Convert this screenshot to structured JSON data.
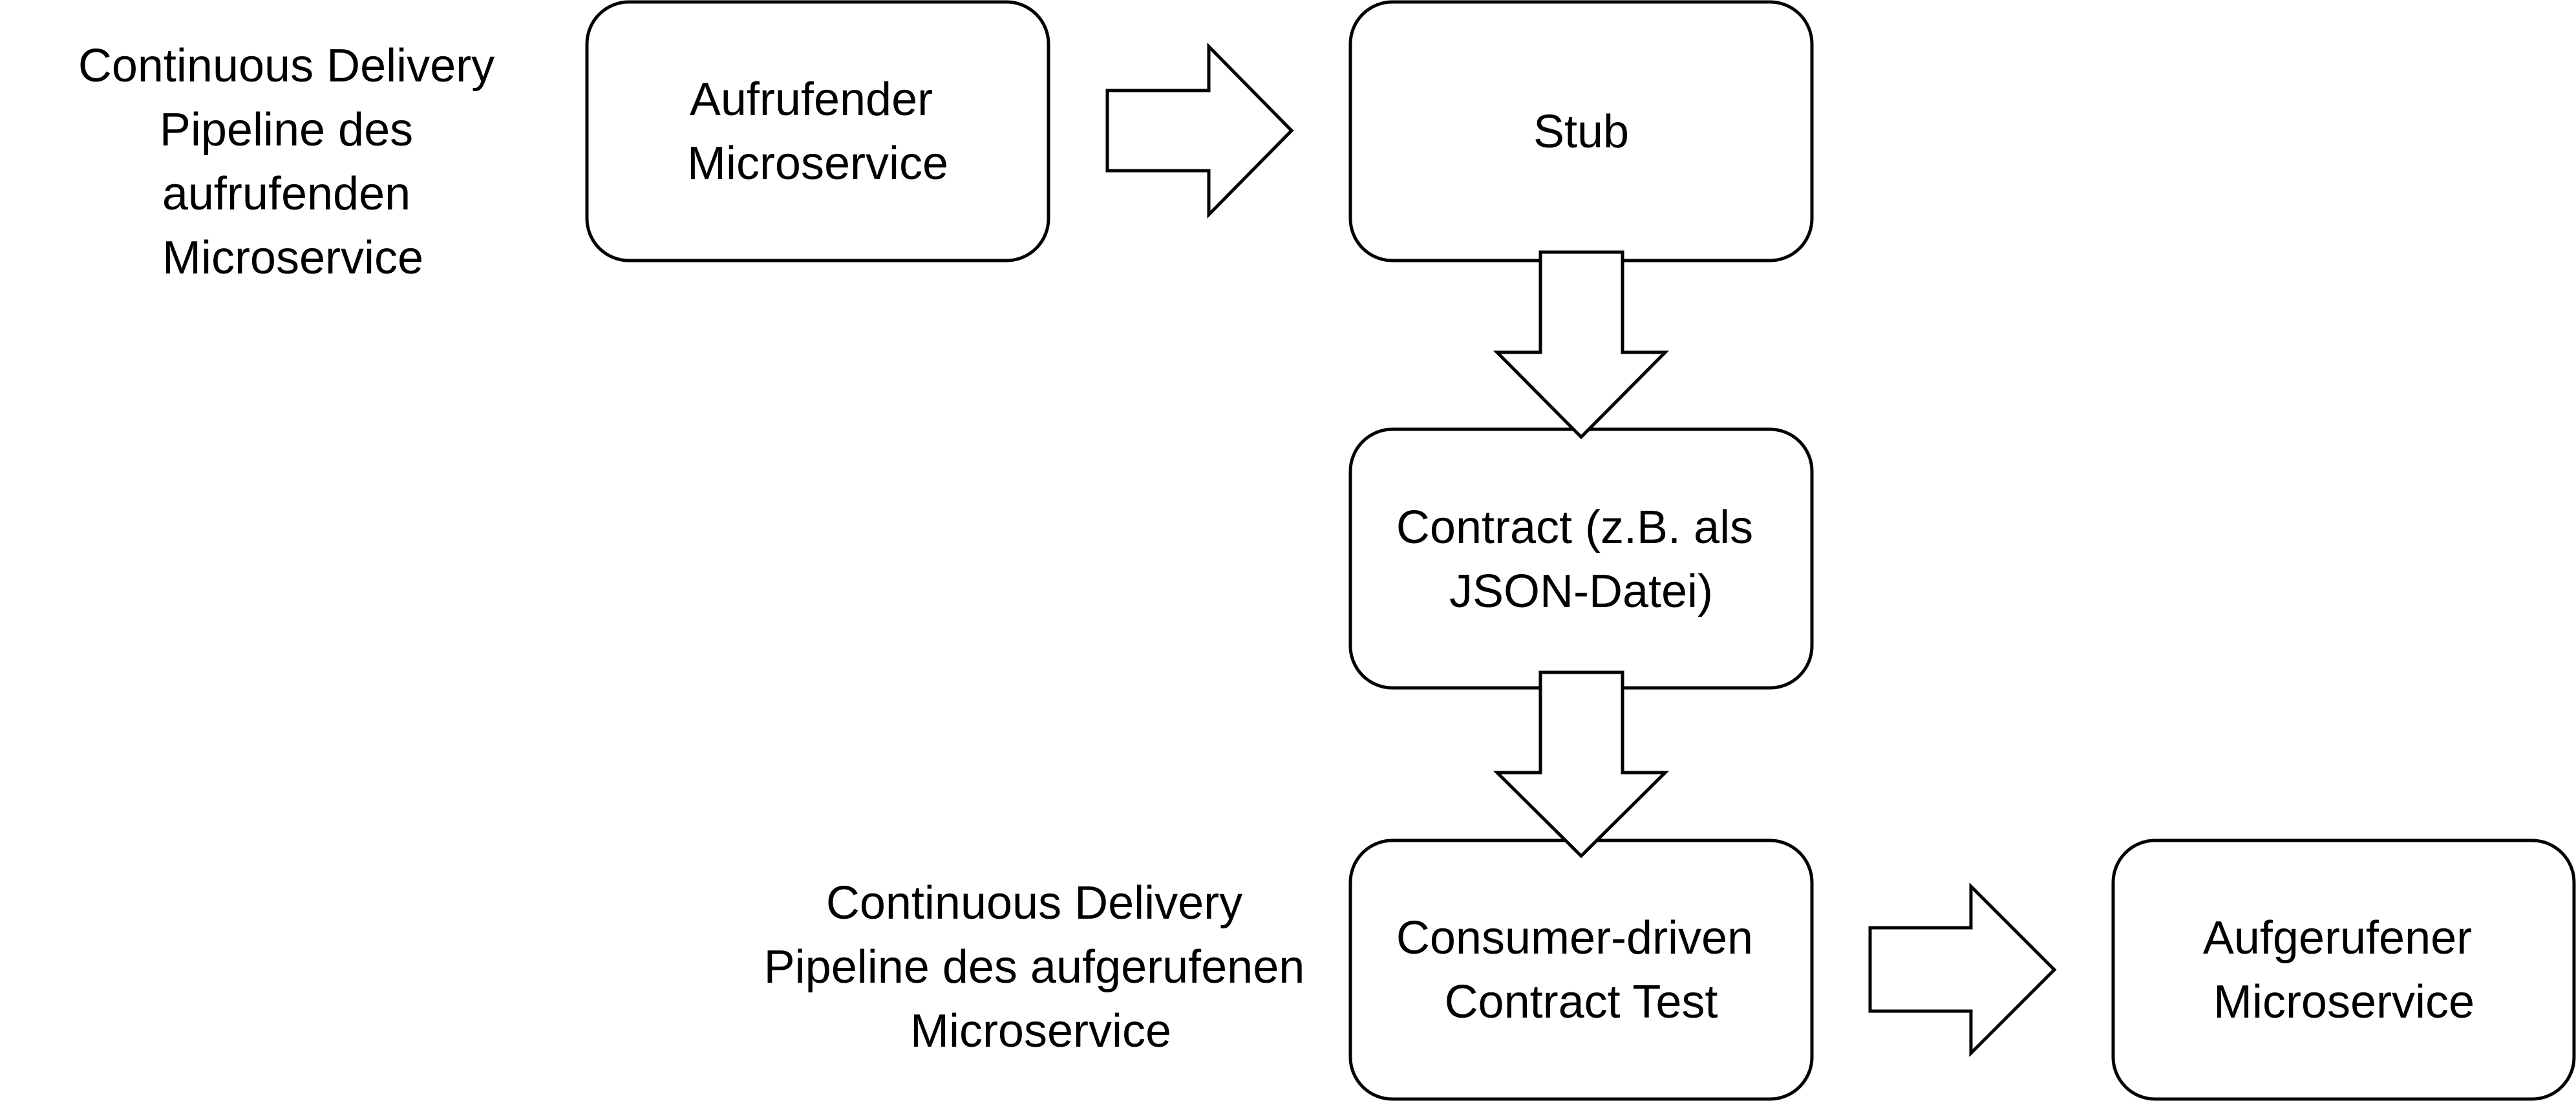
{
  "pipelines": {
    "caller": {
      "lines": [
        "Continuous Delivery",
        "Pipeline des",
        "aufrufenden",
        "Microservice"
      ]
    },
    "called": {
      "lines": [
        "Continuous Delivery",
        "Pipeline des aufgerufenen",
        "Microservice"
      ]
    }
  },
  "boxes": {
    "calling_service": {
      "lines": [
        "Aufrufender",
        "Microservice"
      ]
    },
    "stub": {
      "lines": [
        "Stub"
      ]
    },
    "contract": {
      "lines": [
        "Contract (z.B. als",
        "JSON-Datei)"
      ]
    },
    "contract_test": {
      "lines": [
        "Consumer-driven",
        "Contract Test"
      ]
    },
    "called_service": {
      "lines": [
        "Aufgerufener",
        "Microservice"
      ]
    }
  }
}
